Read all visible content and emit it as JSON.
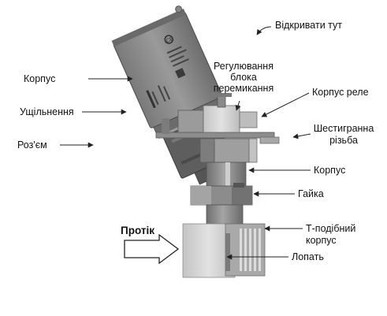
{
  "labels": {
    "open_here": "Відкривати тут",
    "housing_left": "Корпус",
    "seal": "Ущільнення",
    "connector": "Роз'єм",
    "switch_adjust": "Регулювання блока перемикання",
    "relay_housing": "Корпус реле",
    "hex_thread": "Шестигранна різьба",
    "housing_right": "Корпус",
    "nut": "Гайка",
    "t_body": "Т-подібний корпус",
    "paddle": "Лопать",
    "flow": "Протік"
  },
  "colors": {
    "body_dark": "#5e5e5e",
    "body_mid": "#8a8a8a",
    "body_light": "#b9b9b9",
    "body_pale": "#d4d4d4",
    "arrow": "#222222"
  }
}
